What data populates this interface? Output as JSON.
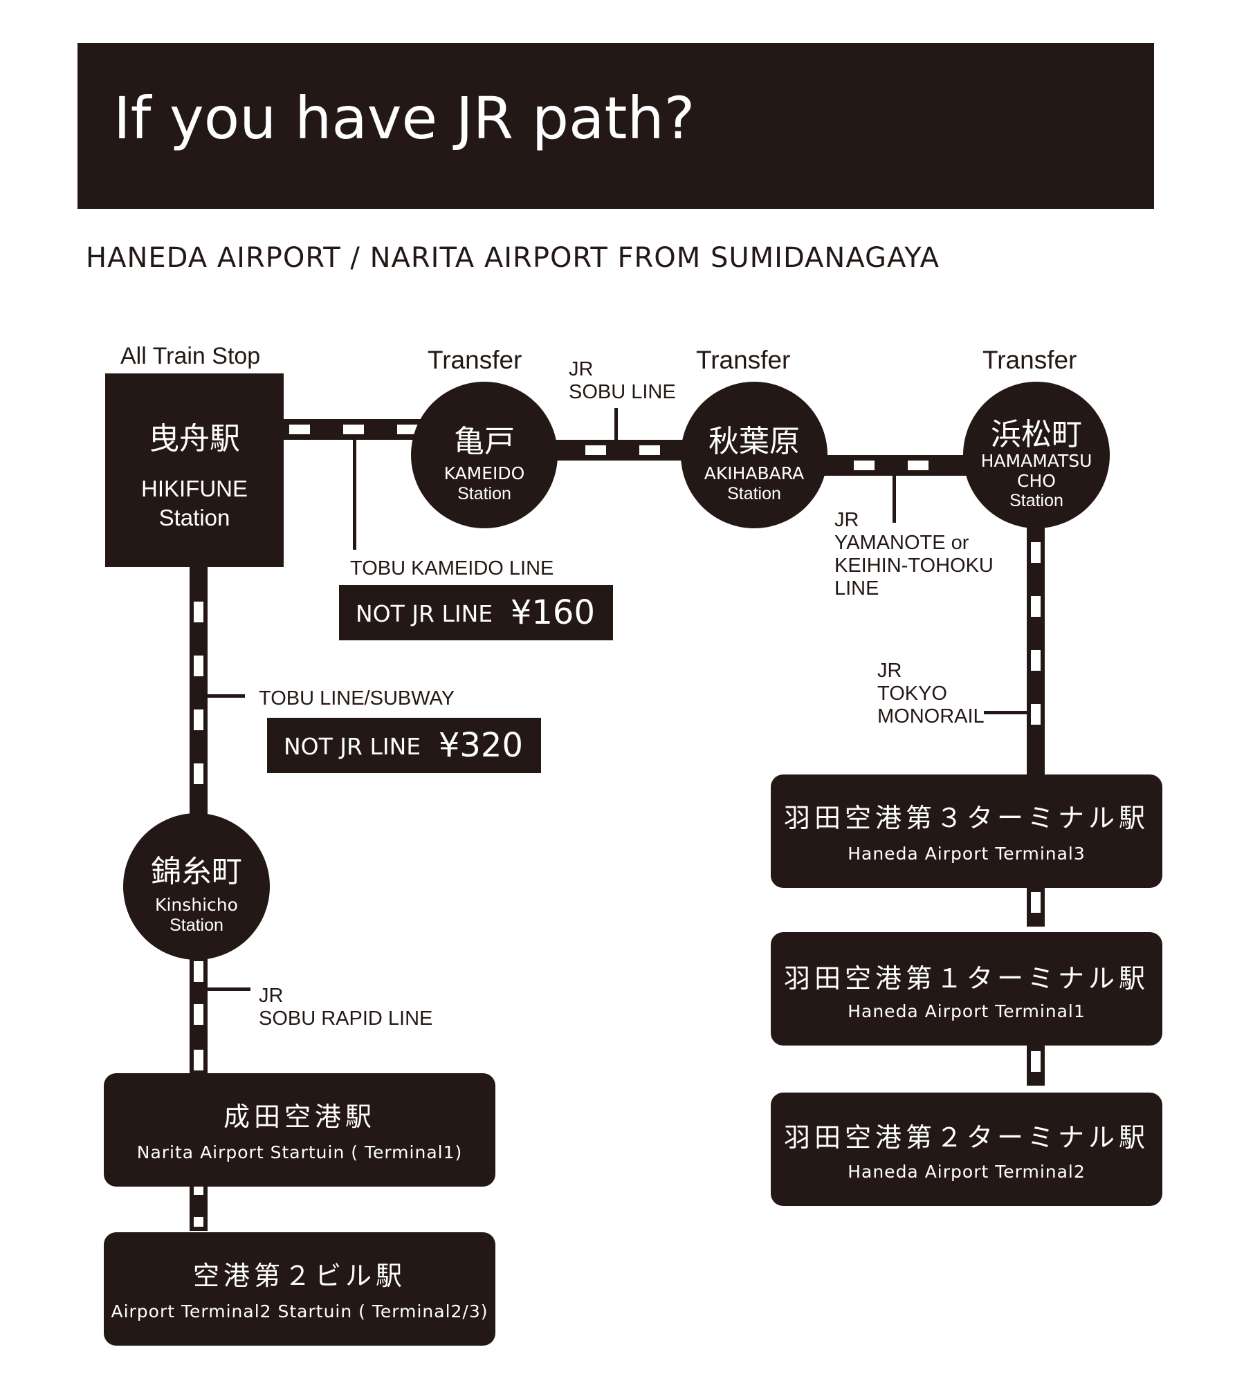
{
  "header": {
    "title": "If you have JR path?"
  },
  "subtitle": "HANEDA AIRPORT / NARITA  AIRPORT  FROM  SUMIDANAGAYA",
  "labels": {
    "all_train_stop": "All Train Stop",
    "transfer": "Transfer"
  },
  "stations": {
    "hikifune": {
      "jp": "曳舟駅",
      "en1": "HIKIFUNE",
      "en2": "Station"
    },
    "kameido": {
      "jp": "亀戸",
      "en1": "KAMEIDO",
      "en2": "Station"
    },
    "akihabara": {
      "jp": "秋葉原",
      "en1": "AKIHABARA",
      "en2": "Station"
    },
    "hamamatsucho": {
      "jp": "浜松町",
      "en1": "HAMAMATSU",
      "en2": "CHO",
      "en3": "Station"
    },
    "kinshicho": {
      "jp": "錦糸町",
      "en1": "Kinshicho",
      "en2": "Station"
    }
  },
  "lines": {
    "jr_sobu": {
      "l1": "JR",
      "l2": "SOBU LINE"
    },
    "tobu_kameido": "TOBU KAMEIDO LINE",
    "jr_yamanote": {
      "l1": "JR",
      "l2": "YAMANOTE or",
      "l3": "KEIHIN-TOHOKU",
      "l4": "LINE"
    },
    "tobu_subway": "TOBU LINE/SUBWAY",
    "jr_monorail": {
      "l1": "JR",
      "l2": "TOKYO",
      "l3": "MONORAIL"
    },
    "jr_sobu_rapid": {
      "l1": "JR",
      "l2": "SOBU RAPID LINE"
    }
  },
  "fares": {
    "kameido": {
      "text": "NOT JR LINE",
      "price": "¥160"
    },
    "subway": {
      "text": "NOT JR LINE",
      "price": "¥320"
    }
  },
  "destinations": {
    "haneda_t3": {
      "jp": "羽田空港第３ターミナル駅",
      "en": "Haneda Airport Terminal3"
    },
    "haneda_t1": {
      "jp": "羽田空港第１ターミナル駅",
      "en": "Haneda Airport Terminal1"
    },
    "haneda_t2": {
      "jp": "羽田空港第２ターミナル駅",
      "en": "Haneda Airport Terminal2"
    },
    "narita_t1": {
      "jp": "成田空港駅",
      "en": "Narita Airport Startuin ( Terminal1)"
    },
    "narita_t2": {
      "jp": "空港第２ビル駅",
      "en": "Airport Terminal2 Startuin ( Terminal2/3)"
    }
  },
  "colors": {
    "ink": "#231815",
    "background": "#ffffff"
  }
}
